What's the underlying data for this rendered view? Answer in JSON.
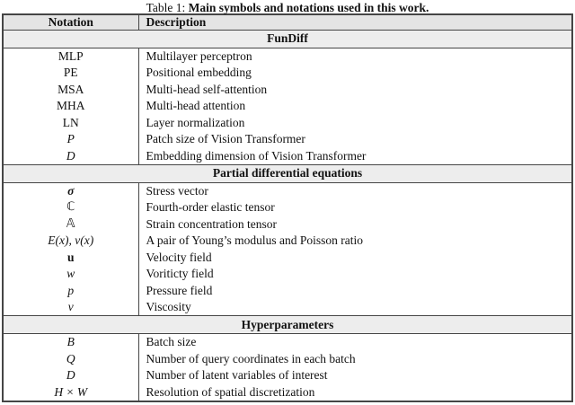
{
  "caption": {
    "prefix": "Table 1: ",
    "title": "Main symbols and notations used in this work."
  },
  "table": {
    "columns": [
      "Notation",
      "Description"
    ],
    "sections": [
      {
        "header": "FunDiff",
        "rows": [
          {
            "notation": "MLP",
            "style": "plain",
            "description": "Multilayer perceptron"
          },
          {
            "notation": "PE",
            "style": "plain",
            "description": "Positional embedding"
          },
          {
            "notation": "MSA",
            "style": "plain",
            "description": "Multi-head self-attention"
          },
          {
            "notation": "MHA",
            "style": "plain",
            "description": "Multi-head attention"
          },
          {
            "notation": "LN",
            "style": "plain",
            "description": "Layer normalization"
          },
          {
            "notation": "P",
            "style": "math-italic",
            "description": "Patch size of Vision Transformer"
          },
          {
            "notation": "D",
            "style": "math-italic",
            "description": "Embedding dimension of Vision Transformer"
          }
        ]
      },
      {
        "header": "Partial differential equations",
        "rows": [
          {
            "notation": "σ",
            "style": "math-bold-italic",
            "description": "Stress vector"
          },
          {
            "notation": "ℂ",
            "style": "blackboard",
            "description": "Fourth-order elastic tensor"
          },
          {
            "notation": "𝔸",
            "style": "blackboard",
            "description": "Strain concentration tensor"
          },
          {
            "notation": "E(x), ν(x)",
            "style": "math-italic",
            "description": "A pair of Young’s modulus and Poisson ratio"
          },
          {
            "notation": "u",
            "style": "math-bold",
            "description": "Velocity field"
          },
          {
            "notation": "w",
            "style": "math-italic",
            "description": "Voriticty field"
          },
          {
            "notation": "p",
            "style": "math-italic",
            "description": "Pressure field"
          },
          {
            "notation": "ν",
            "style": "math-italic",
            "description": "Viscosity"
          }
        ]
      },
      {
        "header": "Hyperparameters",
        "rows": [
          {
            "notation": "B",
            "style": "math-italic",
            "description": "Batch size"
          },
          {
            "notation": "Q",
            "style": "math-italic",
            "description": "Number of query coordinates in each batch"
          },
          {
            "notation": "D",
            "style": "math-italic",
            "description": "Number of latent variables of interest"
          },
          {
            "notation": "H × W",
            "style": "math-italic",
            "description": "Resolution of spatial discretization"
          }
        ]
      }
    ]
  },
  "colors": {
    "border": "#454545",
    "header_row_bg": "#e4e4e4",
    "section_row_bg": "#ededed",
    "text": "#111111",
    "page_bg": "#ffffff"
  }
}
